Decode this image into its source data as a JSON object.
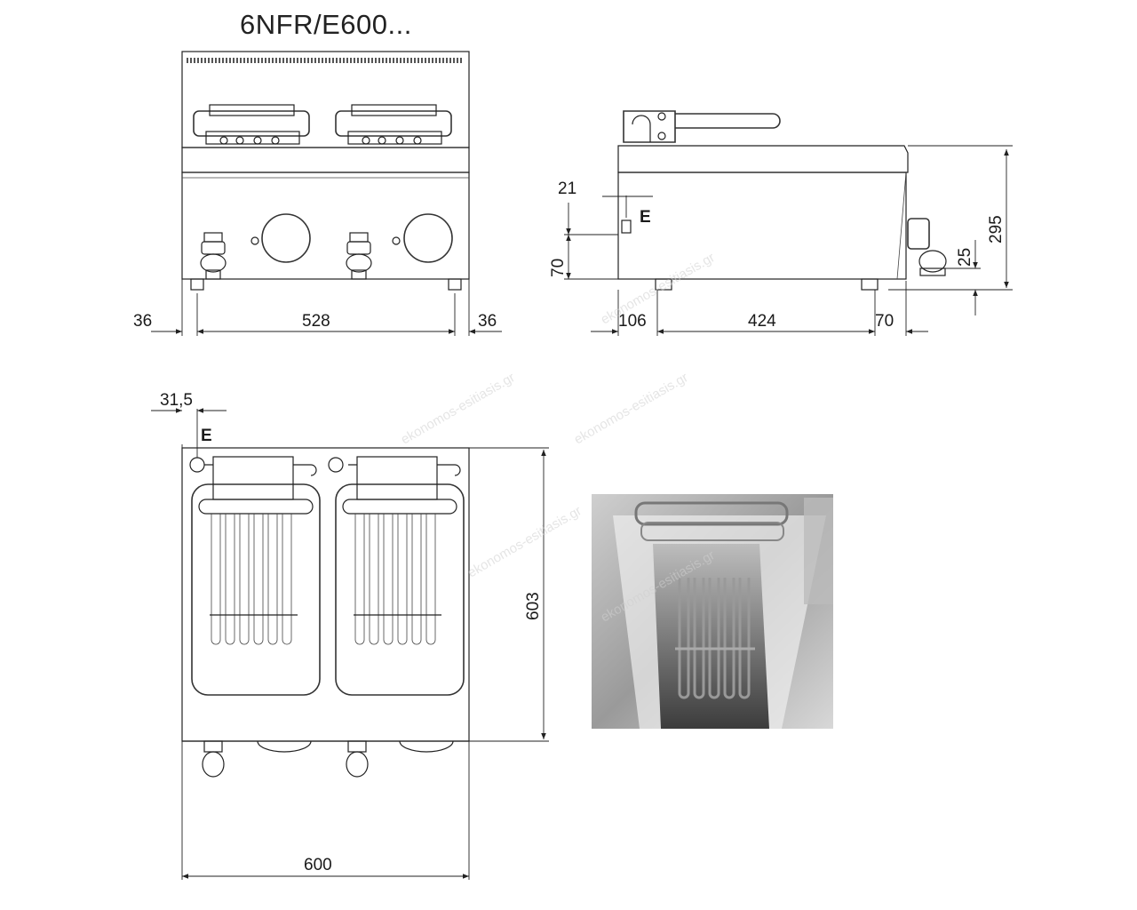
{
  "title": "6NFR/E600...",
  "front_view": {
    "dims": {
      "left_offset": "36",
      "width": "528",
      "right_offset": "36"
    }
  },
  "side_view": {
    "dims": {
      "drain_top": "21",
      "drain_height": "70",
      "drain_label": "E",
      "front_offset": "106",
      "depth": "424",
      "rear_offset": "70",
      "tap_height": "25",
      "total_height": "295"
    }
  },
  "top_view": {
    "dims": {
      "drain_offset": "31,5",
      "drain_label": "E",
      "depth": "603",
      "width": "600"
    }
  },
  "photo": {
    "description_icon": "fryer-basin-photo"
  },
  "watermark": "ekonomos-esitiasis.gr"
}
